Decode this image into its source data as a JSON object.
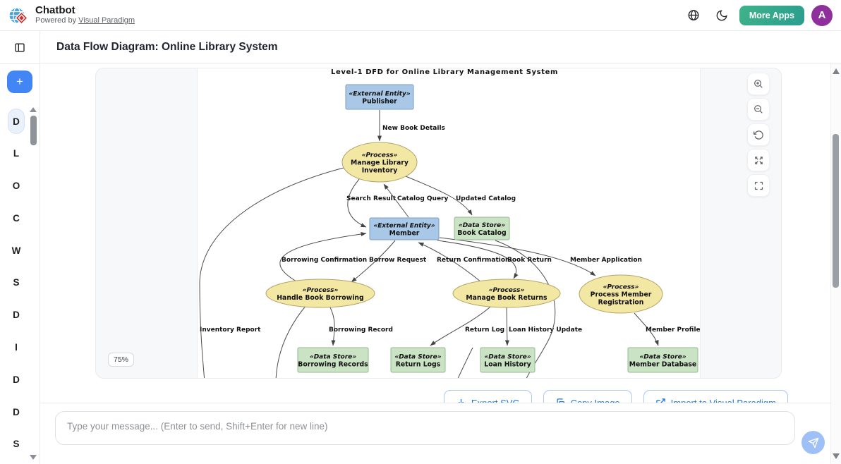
{
  "header": {
    "app_title": "Chatbot",
    "powered_by": "Powered by",
    "powered_by_link": "Visual Paradigm",
    "more_apps_label": "More Apps",
    "avatar_letter": "A"
  },
  "colors": {
    "more_apps_gradient_start": "#3fb389",
    "more_apps_gradient_end": "#2a9d8f",
    "avatar_bg": "#8e2f9c",
    "new_chat_blue": "#4285f4",
    "action_link_blue": "#1a73e8",
    "external_entity_fill": "#a9c8e8",
    "external_entity_stroke": "#7b9cc0",
    "process_fill": "#f3e7a4",
    "process_stroke": "#b3a369",
    "data_store_fill": "#cbe3c5",
    "data_store_stroke": "#94ba90"
  },
  "sidebar": {
    "new_chat_label": "+",
    "items": [
      {
        "letter": "D",
        "selected": true
      },
      {
        "letter": "L",
        "selected": false
      },
      {
        "letter": "O",
        "selected": false
      },
      {
        "letter": "C",
        "selected": false
      },
      {
        "letter": "W",
        "selected": false
      },
      {
        "letter": "S",
        "selected": false
      },
      {
        "letter": "D",
        "selected": false
      },
      {
        "letter": "I",
        "selected": false
      },
      {
        "letter": "D",
        "selected": false
      },
      {
        "letter": "D",
        "selected": false
      },
      {
        "letter": "S",
        "selected": false
      }
    ]
  },
  "page": {
    "title": "Data Flow Diagram: Online Library System"
  },
  "diagram": {
    "title": "Level-1 DFD for Online Library Management System",
    "zoom_badge": "75%",
    "nodes": [
      {
        "id": "publisher",
        "kind": "external",
        "stereotype": "«External Entity»",
        "name_lines": [
          "Publisher"
        ]
      },
      {
        "id": "inventory",
        "kind": "process",
        "stereotype": "«Process»",
        "name_lines": [
          "Manage Library",
          "Inventory"
        ]
      },
      {
        "id": "member",
        "kind": "external",
        "stereotype": "«External Entity»",
        "name_lines": [
          "Member"
        ]
      },
      {
        "id": "book_catalog",
        "kind": "store",
        "stereotype": "«Data Store»",
        "name_lines": [
          "Book Catalog"
        ]
      },
      {
        "id": "handle_borrowing",
        "kind": "process",
        "stereotype": "«Process»",
        "name_lines": [
          "Handle Book Borrowing"
        ]
      },
      {
        "id": "manage_returns",
        "kind": "process",
        "stereotype": "«Process»",
        "name_lines": [
          "Manage Book Returns"
        ]
      },
      {
        "id": "member_registration",
        "kind": "process",
        "stereotype": "«Process»",
        "name_lines": [
          "Process Member",
          "Registration"
        ]
      },
      {
        "id": "borrowing_records",
        "kind": "store",
        "stereotype": "«Data Store»",
        "name_lines": [
          "Borrowing Records"
        ]
      },
      {
        "id": "return_logs",
        "kind": "store",
        "stereotype": "«Data Store»",
        "name_lines": [
          "Return Logs"
        ]
      },
      {
        "id": "loan_history",
        "kind": "store",
        "stereotype": "«Data Store»",
        "name_lines": [
          "Loan History"
        ]
      },
      {
        "id": "member_database",
        "kind": "store",
        "stereotype": "«Data Store»",
        "name_lines": [
          "Member Database"
        ]
      }
    ],
    "edges": [
      {
        "id": "new_book_details",
        "label": "New Book Details",
        "from": "publisher",
        "to": "inventory"
      },
      {
        "id": "search_result",
        "label": "Search Result",
        "from": "inventory",
        "to": "member"
      },
      {
        "id": "catalog_query",
        "label": "Catalog Query",
        "from": "member",
        "to": "inventory"
      },
      {
        "id": "updated_catalog",
        "label": "Updated Catalog",
        "from": "inventory",
        "to": "book_catalog"
      },
      {
        "id": "inventory_report",
        "label": "Inventory Report",
        "from": "inventory",
        "to": ""
      },
      {
        "id": "borrowing_confirmation",
        "label": "Borrowing Confirmation",
        "from": "handle_borrowing",
        "to": "member"
      },
      {
        "id": "borrow_request",
        "label": "Borrow Request",
        "from": "member",
        "to": "handle_borrowing"
      },
      {
        "id": "return_confirmation",
        "label": "Return Confirmation",
        "from": "manage_returns",
        "to": "member"
      },
      {
        "id": "book_return",
        "label": "Book Return",
        "from": "member",
        "to": "manage_returns"
      },
      {
        "id": "borrowing_record",
        "label": "Borrowing Record",
        "from": "handle_borrowing",
        "to": "borrowing_records"
      },
      {
        "id": "return_log",
        "label": "Return Log",
        "from": "manage_returns",
        "to": "return_logs"
      },
      {
        "id": "loan_history_update",
        "label": "Loan History Update",
        "from": "manage_returns",
        "to": "loan_history"
      },
      {
        "id": "member_application",
        "label": "Member Application",
        "from": "member",
        "to": "member_registration"
      },
      {
        "id": "member_profile",
        "label": "Member Profile",
        "from": "member_registration",
        "to": "member_database"
      }
    ]
  },
  "toolbar": {
    "export_svg_label": "Export SVG",
    "copy_image_label": "Copy Image",
    "import_label": "Import to Visual Paradigm"
  },
  "composer": {
    "placeholder": "Type your message... (Enter to send, Shift+Enter for new line)"
  }
}
